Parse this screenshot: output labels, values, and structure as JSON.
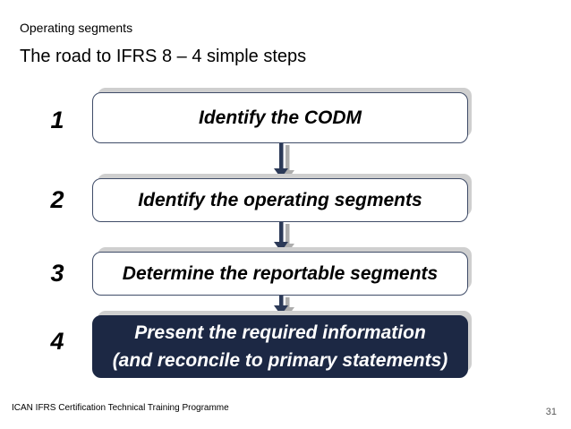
{
  "slide": {
    "eyebrow": "Operating segments",
    "title": "The road to IFRS 8 – 4 simple steps",
    "footer": "ICAN IFRS Certification Technical Training Programme",
    "page_number": "31"
  },
  "flow": {
    "steps": [
      {
        "number": "1",
        "label": "Identify the CODM",
        "highlighted": false
      },
      {
        "number": "2",
        "label": "Identify the operating segments",
        "highlighted": false
      },
      {
        "number": "3",
        "label": "Determine the reportable segments",
        "highlighted": false
      },
      {
        "number": "4",
        "lines": [
          "Present the required information",
          "(and reconcile to primary statements)"
        ],
        "highlighted": true
      }
    ]
  },
  "colors": {
    "text": "#000000",
    "box_border": "#3f4c68",
    "box_shadow": "#cfcfcf",
    "arrow": "#2c3a58",
    "arrow_shadow": "#adadad",
    "highlight_bg": "#1c2844",
    "highlight_text": "#ffffff",
    "page_number": "#595959"
  }
}
